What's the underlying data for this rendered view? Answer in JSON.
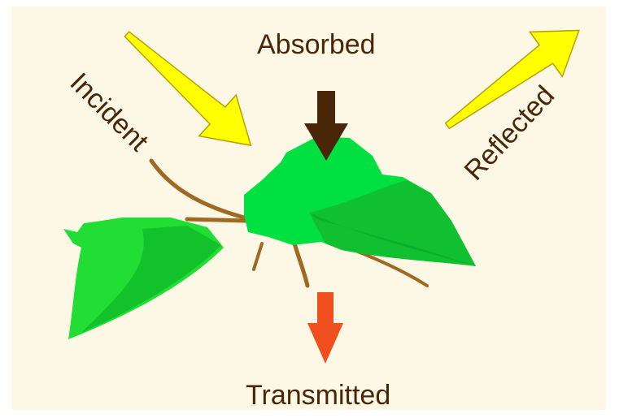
{
  "labels": {
    "incident": "Incident",
    "absorbed": "Absorbed",
    "reflected": "Reflected",
    "transmitted": "Transmitted"
  },
  "colors": {
    "background": "#fdf8e6",
    "incident_arrow": "#ffff00",
    "reflected_arrow": "#ffff00",
    "absorbed_arrow": "#4a2608",
    "transmitted_arrow": "#f05020",
    "leaf_light": "#00e040",
    "leaf_dark": "#10c030",
    "stem": "#a06820",
    "label_text": "#4a2608"
  },
  "icons": [
    "leaf-icon",
    "incident-arrow",
    "reflected-arrow",
    "absorbed-arrow",
    "transmitted-arrow"
  ]
}
